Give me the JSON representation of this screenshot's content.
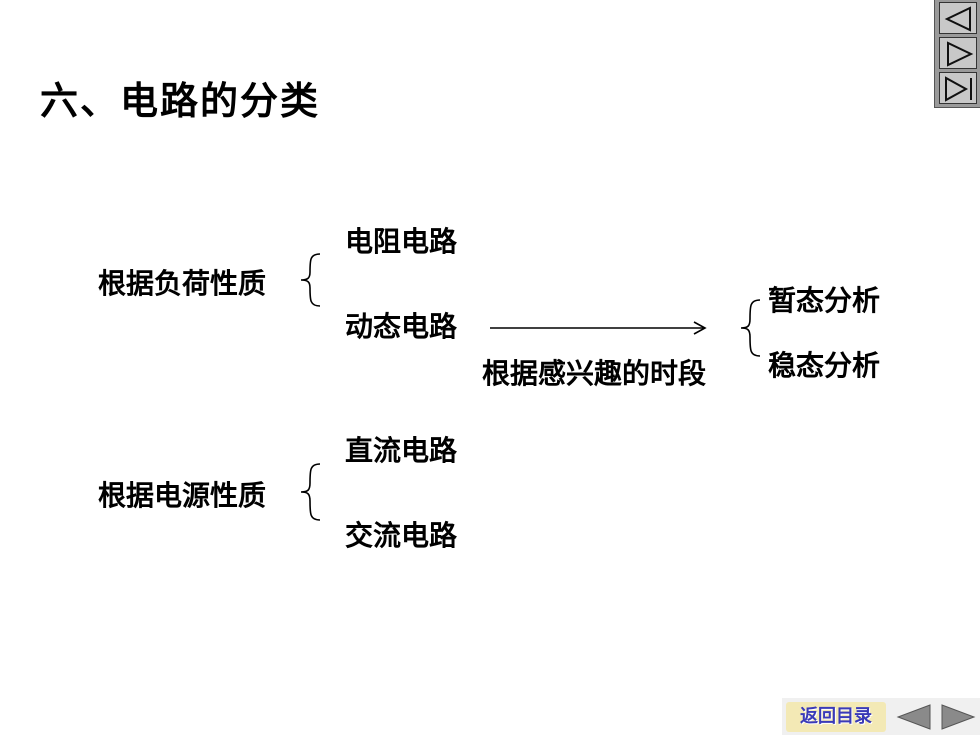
{
  "title": "六、电路的分类",
  "groups": {
    "load": {
      "label": "根据负荷性质",
      "items": [
        "电阻电路",
        "动态电路"
      ]
    },
    "source": {
      "label": "根据电源性质",
      "items": [
        "直流电路",
        "交流电路"
      ]
    }
  },
  "dynamic_branch": {
    "arrow_label": "根据感兴趣的时段",
    "items": [
      "暂态分析",
      "稳态分析"
    ]
  },
  "bottom_nav": {
    "toc_label": "返回目录"
  },
  "icons": {
    "top_nav": [
      "prev-icon",
      "next-icon",
      "last-icon"
    ],
    "bottom_nav": [
      "back-arrow-icon",
      "forward-arrow-icon"
    ]
  }
}
